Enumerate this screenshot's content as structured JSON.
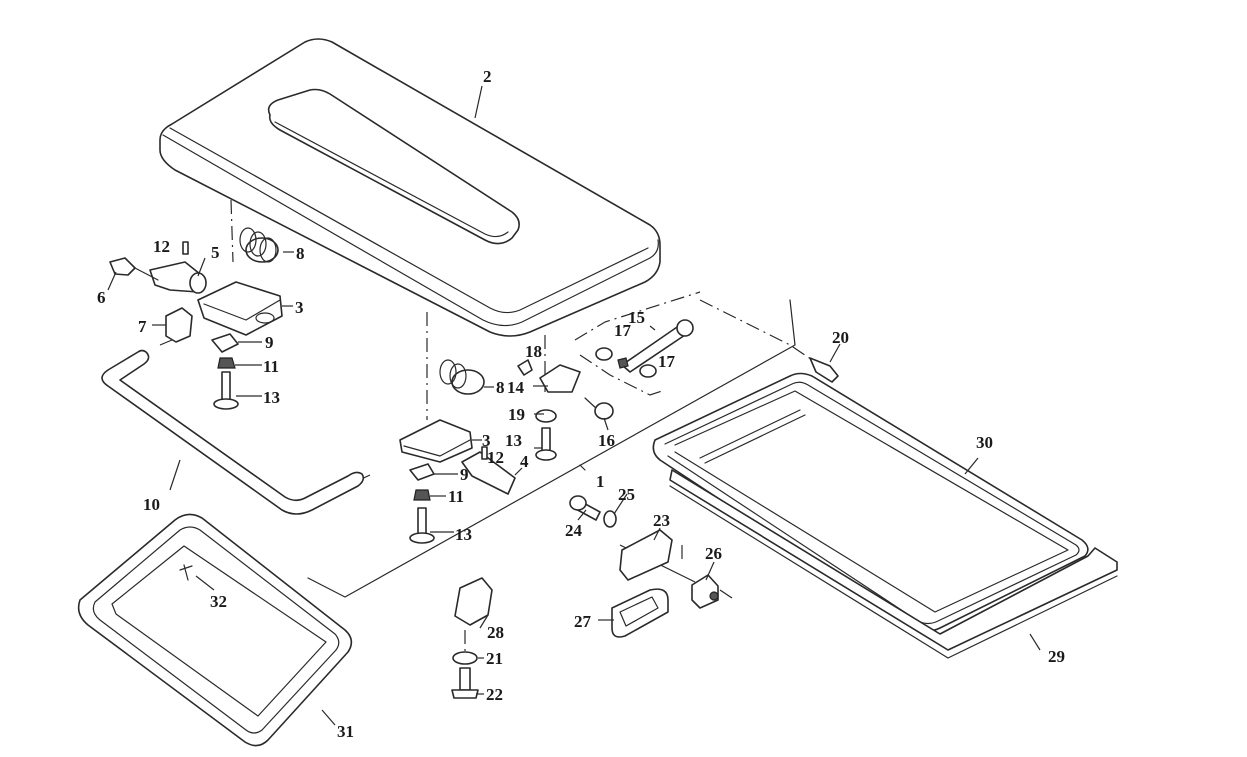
{
  "diagram": {
    "type": "exploded parts diagram",
    "colors": {
      "line": "#2a2a2a",
      "background": "#ffffff"
    },
    "callouts": {
      "c1": "1",
      "c2": "2",
      "c3a": "3",
      "c3b": "3",
      "c4": "4",
      "c5": "5",
      "c6": "6",
      "c7": "7",
      "c8a": "8",
      "c8b": "8",
      "c9a": "9",
      "c9b": "9",
      "c10": "10",
      "c11a": "11",
      "c11b": "11",
      "c12a": "12",
      "c12b": "12",
      "c13a": "13",
      "c13b": "13",
      "c13c": "13",
      "c14": "14",
      "c15": "15",
      "c16": "16",
      "c17a": "17",
      "c17b": "17",
      "c18": "18",
      "c19": "19",
      "c20": "20",
      "c21": "21",
      "c22": "22",
      "c23": "23",
      "c24": "24",
      "c25": "25",
      "c26": "26",
      "c27": "27",
      "c28": "28",
      "c29": "29",
      "c30": "30",
      "c31": "31",
      "c32": "32"
    }
  }
}
